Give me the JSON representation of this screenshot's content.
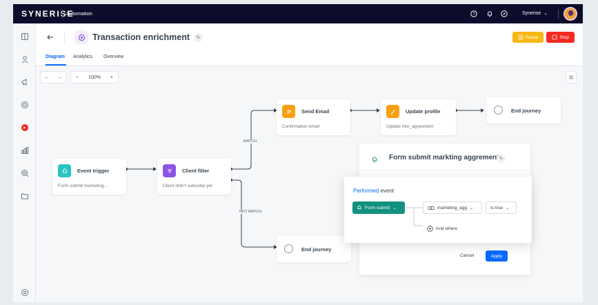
{
  "topbar": {
    "logo": "SYNERISE",
    "app_name": "Automation",
    "tenant": "Synerise",
    "tenant_chevron": "⌄",
    "icons": [
      "help-icon",
      "bell-icon",
      "compass-icon",
      "chevron-down-icon",
      "avatar"
    ]
  },
  "sidebar": {
    "items": [
      "layout-icon",
      "person-icon",
      "megaphone-icon",
      "target-icon",
      "automation-icon",
      "chart-icon",
      "search-analytics-icon",
      "folder-icon"
    ],
    "bottom": "settings-icon",
    "accent": "#f52922"
  },
  "header": {
    "title": "Transaction enrichment",
    "edit_glyph": "✎",
    "pause_label": "Pause",
    "stop_label": "Stop",
    "tabs": [
      {
        "label": "Diagram",
        "active": true
      },
      {
        "label": "Analytics",
        "active": false
      },
      {
        "label": "Overview",
        "active": false
      }
    ]
  },
  "toolbar": {
    "undo": "←",
    "redo": "→",
    "zoom_out": "−",
    "zoom": "100%",
    "zoom_in": "+"
  },
  "nodes": {
    "event_trigger": {
      "title": "Event trigger",
      "subtitle": "Form submit marketing...",
      "color": "#29c3be"
    },
    "client_filter": {
      "title": "Client filter",
      "subtitle": "Client didn't subscibe yet",
      "color": "#8b55e5"
    },
    "send_email": {
      "title": "Send Email",
      "subtitle": "Confirmation email",
      "color": "#f9a010"
    },
    "update_profile": {
      "title": "Update profile",
      "subtitle": "Update mkr_agreement",
      "color": "#f9a010"
    },
    "end_top": {
      "title": "End journey"
    },
    "end_bottom": {
      "title": "End journey"
    }
  },
  "edges": {
    "match": "MATCH",
    "not_match": "NOT MATCH"
  },
  "panel": {
    "title": "Form submit markting aggrement",
    "edit_glyph": "✎",
    "cancel": "Cancel",
    "apply": "Apply"
  },
  "popup": {
    "title_highlight": "Performed",
    "title_rest": " event",
    "event": "Form submit",
    "param": "marketing_agg",
    "operator": "Is true",
    "and_where": "And where",
    "chevron": "⌄",
    "event_color": "#13917f"
  }
}
